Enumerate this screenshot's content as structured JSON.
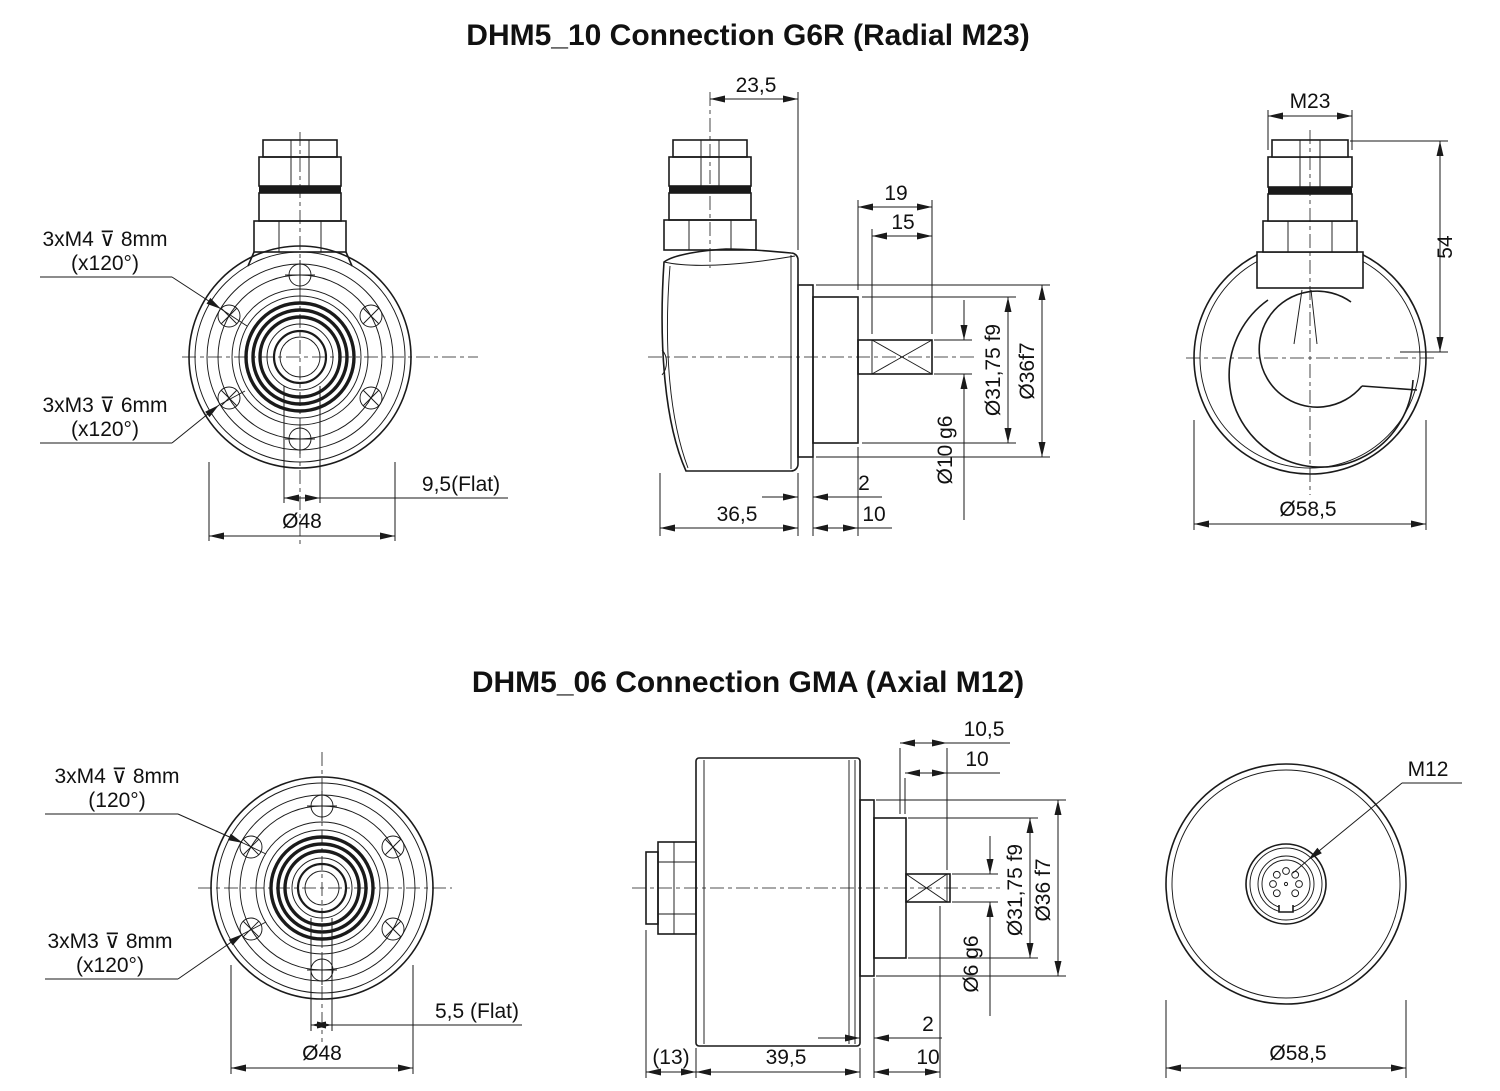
{
  "meta": {
    "background": "#ffffff",
    "line_color": "#1a1a1a"
  },
  "top_section": {
    "title": "DHM5_10 Connection G6R (Radial M23)",
    "front_view": {
      "m4_label": "3xM4 ⊽ 8mm",
      "m4_angle": "(x120°)",
      "m3_label": "3xM3 ⊽ 6mm",
      "m3_angle": "(x120°)",
      "flat_dim": "9,5(Flat)",
      "flange_dia": "Ø48"
    },
    "side_view": {
      "connector_offset": "23,5",
      "shaft_len": "19",
      "flat_len": "15",
      "pilot_dia": "Ø31,75 f9",
      "body_dia": "Ø36f7",
      "shaft_dia": "Ø10 g6",
      "gap": "2",
      "collar_len": "10",
      "body_len": "36,5"
    },
    "rear_view": {
      "connector": "M23",
      "height": "54",
      "outer_dia": "Ø58,5"
    }
  },
  "bottom_section": {
    "title": "DHM5_06 Connection GMA (Axial M12)",
    "front_view": {
      "m4_label": "3xM4 ⊽ 8mm",
      "m4_angle": "(120°)",
      "m3_label": "3xM3 ⊽ 8mm",
      "m3_angle": "(x120°)",
      "flat_dim": "5,5 (Flat)",
      "flange_dia": "Ø48"
    },
    "side_view": {
      "collar_len_a": "10,5",
      "collar_len_b": "10",
      "pilot_dia": "Ø31,75 f9",
      "body_dia": "Ø36 f7",
      "shaft_dia": "Ø6 g6",
      "gap": "2",
      "shaft_len": "10",
      "connector_len": "(13)",
      "body_len": "39,5"
    },
    "rear_view": {
      "connector": "M12",
      "outer_dia": "Ø58,5"
    }
  }
}
